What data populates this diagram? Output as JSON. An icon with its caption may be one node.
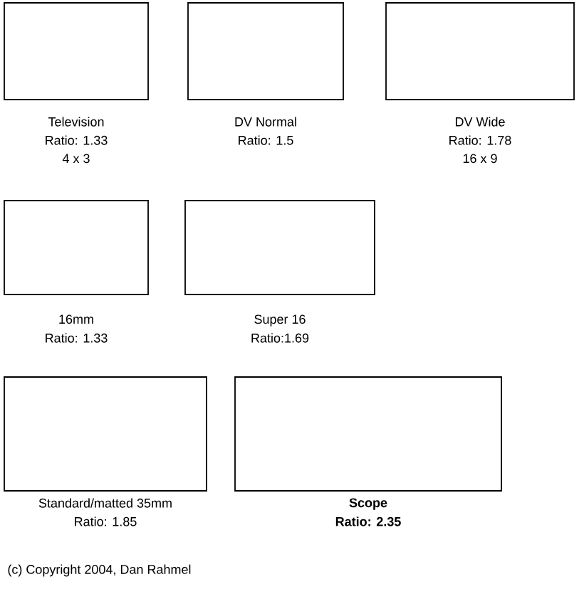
{
  "diagram": {
    "nodes": [
      {
        "text": [
          "Television",
          "Ratio: 1.33",
          "4 x 3"
        ]
      },
      {
        "text": [
          "DV Normal",
          "Ratio: 1.5"
        ]
      },
      {
        "text": [
          "DV Wide",
          "Ratio: 1.78",
          "16 x 9"
        ]
      },
      {
        "text": [
          "16mm",
          "Ratio: 1.33"
        ]
      },
      {
        "text": [
          "Super 16",
          "Ratio:1.69"
        ]
      },
      {
        "text": [
          "Standard/matted 35mm",
          "Ratio: 1.85"
        ]
      },
      {
        "text": [
          "Scope",
          "Ratio: 2.35"
        ]
      }
    ],
    "labels": [
      "(c) Copyright 2004, Dan Rahmel"
    ]
  }
}
